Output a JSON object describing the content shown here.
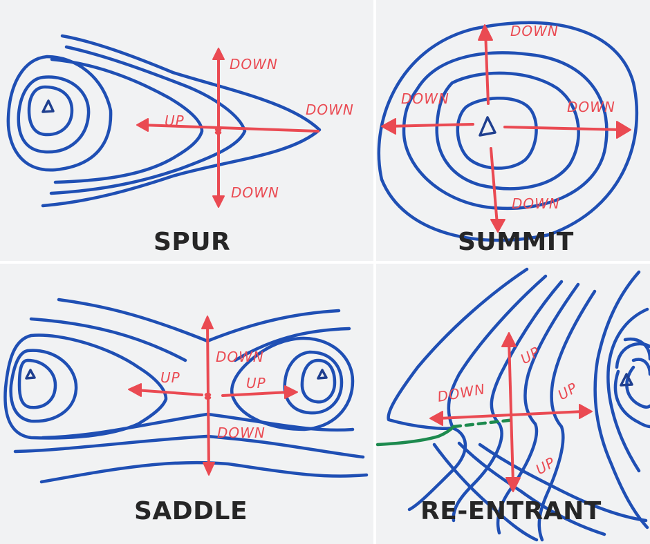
{
  "panels": [
    {
      "id": "spur",
      "title": "SPUR",
      "labels": [
        "DOWN",
        "DOWN",
        "UP",
        "DOWN"
      ]
    },
    {
      "id": "summit",
      "title": "SUMMIT",
      "labels": [
        "DOWN",
        "DOWN",
        "DOWN",
        "DOWN"
      ]
    },
    {
      "id": "saddle",
      "title": "SADDLE",
      "labels": [
        "UP",
        "DOWN",
        "UP",
        "DOWN"
      ]
    },
    {
      "id": "reentrant",
      "title": "RE-ENTRANT",
      "labels": [
        "UP",
        "DOWN",
        "UP",
        "UP"
      ]
    }
  ],
  "colors": {
    "contour": "#1f4fb4",
    "arrow": "#ea4a52",
    "stream": "#1d8a4e",
    "title": "#262626",
    "background": "#f1f2f3"
  },
  "icons": {
    "peak": "triangle-peak-icon"
  }
}
